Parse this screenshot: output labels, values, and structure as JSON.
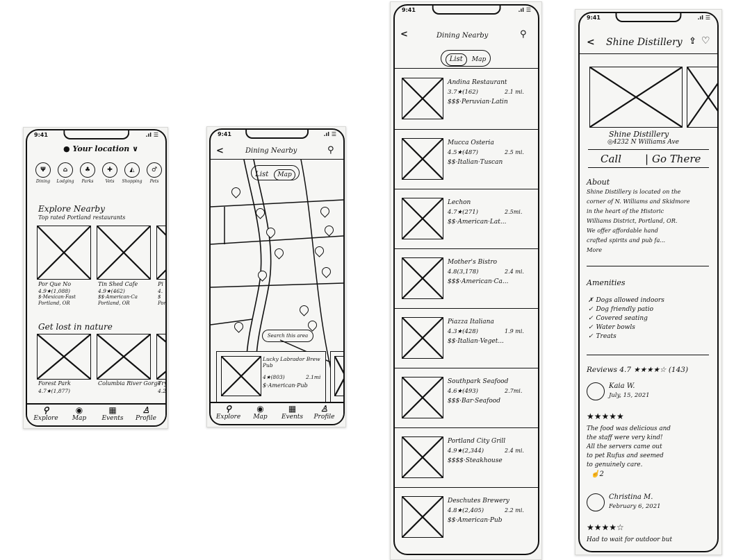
{
  "screen1": {
    "status_time": "9:41",
    "status_icons": ".ıl ☰",
    "location_label": "Your location",
    "categories": [
      {
        "label": "Dining",
        "glyph": "Ψ"
      },
      {
        "label": "Lodging",
        "glyph": "⌂"
      },
      {
        "label": "Parks",
        "glyph": "♣"
      },
      {
        "label": "Vets",
        "glyph": "✚"
      },
      {
        "label": "Shopping",
        "glyph": "◭"
      },
      {
        "label": "Pets",
        "glyph": "♂"
      }
    ],
    "explore_title": "Explore Nearby",
    "explore_subtitle": "Top rated Portland restaurants",
    "restaurants": [
      {
        "name": "Por Que No",
        "rating": "4.9★(1,088)",
        "cuisine": "$·Mexican·Fast",
        "city": "Portland, OR"
      },
      {
        "name": "Tin Shed Cafe",
        "rating": "4.9★(462)",
        "cuisine": "$$·American·Ca",
        "city": "Portland, OR"
      },
      {
        "name": "Pi",
        "rating": "4.",
        "cuisine": "$",
        "city": "Por"
      }
    ],
    "nature_title": "Get lost in nature",
    "parks": [
      {
        "name": "Forest Park",
        "rating": "4.7★(1,877)"
      },
      {
        "name": "Columbia River Gorge",
        "rating": ""
      },
      {
        "name": "Try",
        "rating": "4.2"
      }
    ],
    "tabs": [
      {
        "label": "Explore",
        "icon": "search-icon",
        "glyph": "⚲"
      },
      {
        "label": "Map",
        "icon": "map-pin-icon",
        "glyph": "◉"
      },
      {
        "label": "Events",
        "icon": "calendar-icon",
        "glyph": "▦"
      },
      {
        "label": "Profile",
        "icon": "person-icon",
        "glyph": "♙"
      }
    ]
  },
  "screen2": {
    "status_time": "9:41",
    "status_icons": ".ıl ☰",
    "back": "<",
    "title": "Dining Nearby",
    "toggle_list": "List",
    "toggle_map": "Map",
    "search_area": "Search this area",
    "card": {
      "name": "Lucky Labrador Brew Pub",
      "rating": "4★(803)",
      "distance": "2.1mi",
      "cuisine": "$·American·Pub"
    },
    "tabs": [
      {
        "label": "Explore",
        "icon": "search-icon",
        "glyph": "⚲"
      },
      {
        "label": "Map",
        "icon": "map-pin-icon",
        "glyph": "◉"
      },
      {
        "label": "Events",
        "icon": "calendar-icon",
        "glyph": "▦"
      },
      {
        "label": "Profile",
        "icon": "person-icon",
        "glyph": "♙"
      }
    ]
  },
  "screen3": {
    "status_time": "9:41",
    "status_icons": ".ıl ☰",
    "back": "<",
    "title": "Dining Nearby",
    "toggle_list": "List",
    "toggle_map": "Map",
    "items": [
      {
        "name": "Andina Restaurant",
        "rating": "3.7★(162)",
        "distance": "2.1 mi.",
        "cuisine": "$$$·Peruvian·Latin"
      },
      {
        "name": "Mucca Osteria",
        "rating": "4.5★(487)",
        "distance": "2.5 mi.",
        "cuisine": "$$·Italian·Tuscan"
      },
      {
        "name": "Lechon",
        "rating": "4.7★(271)",
        "distance": "2.5mi.",
        "cuisine": "$$·American·Lat..."
      },
      {
        "name": "Mother's Bistro",
        "rating": "4.8(3,178)",
        "distance": "2.4 mi.",
        "cuisine": "$$$·American·Ca..."
      },
      {
        "name": "Piazza Italiana",
        "rating": "4.3★(428)",
        "distance": "1.9 mi.",
        "cuisine": "$$·Italian·Veget..."
      },
      {
        "name": "Southpark Seafood",
        "rating": "4.6★(493)",
        "distance": "2.7mi.",
        "cuisine": "$$$·Bar·Seafood"
      },
      {
        "name": "Portland City Grill",
        "rating": "4.9★(2,344)",
        "distance": "2.4 mi.",
        "cuisine": "$$$$·Steakhouse"
      },
      {
        "name": "Deschutes Brewery",
        "rating": "4.8★(2,405)",
        "distance": "2.2 mi.",
        "cuisine": "$$·American·Pub"
      }
    ]
  },
  "screen4": {
    "status_time": "9:41",
    "status_icons": ".ıl ☰",
    "back": "<",
    "title": "Shine Distillery",
    "name": "Shine Distillery",
    "address": "4232 N Williams Ave",
    "call_label": "Call",
    "go_label": "Go There",
    "about_title": "About",
    "about_lines": [
      "Shine Distillery is located on the",
      "corner of N. Williams and Skidmore",
      "in the heart of the Historic",
      "Williams District, Portland, OR.",
      "We offer affordable hand",
      "crafted spirits and pub fa...",
      "More"
    ],
    "amenities_title": "Amenities",
    "amenities": [
      {
        "mark": "✗",
        "text": "Dogs allowed indoors"
      },
      {
        "mark": "✓",
        "text": "Dog friendly patio"
      },
      {
        "mark": "✓",
        "text": "Covered seating"
      },
      {
        "mark": "✓",
        "text": "Water bowls"
      },
      {
        "mark": "✓",
        "text": "Treats"
      }
    ],
    "reviews_label": "Reviews 4.7",
    "reviews_stars": "★★★★☆",
    "reviews_count": "(143)",
    "reviews": [
      {
        "author": "Kaia W.",
        "date": "July, 15, 2021",
        "stars": "★★★★★",
        "lines": [
          "The food was delicious and",
          "the staff were very kind!",
          "All the servers came out",
          "to pet Rufus and seemed",
          "to genuinely care."
        ],
        "likes": "2"
      },
      {
        "author": "Christina M.",
        "date": "February 6, 2021",
        "stars": "★★★★☆",
        "lines": [
          "Had to wait for outdoor but"
        ],
        "likes": ""
      }
    ]
  }
}
